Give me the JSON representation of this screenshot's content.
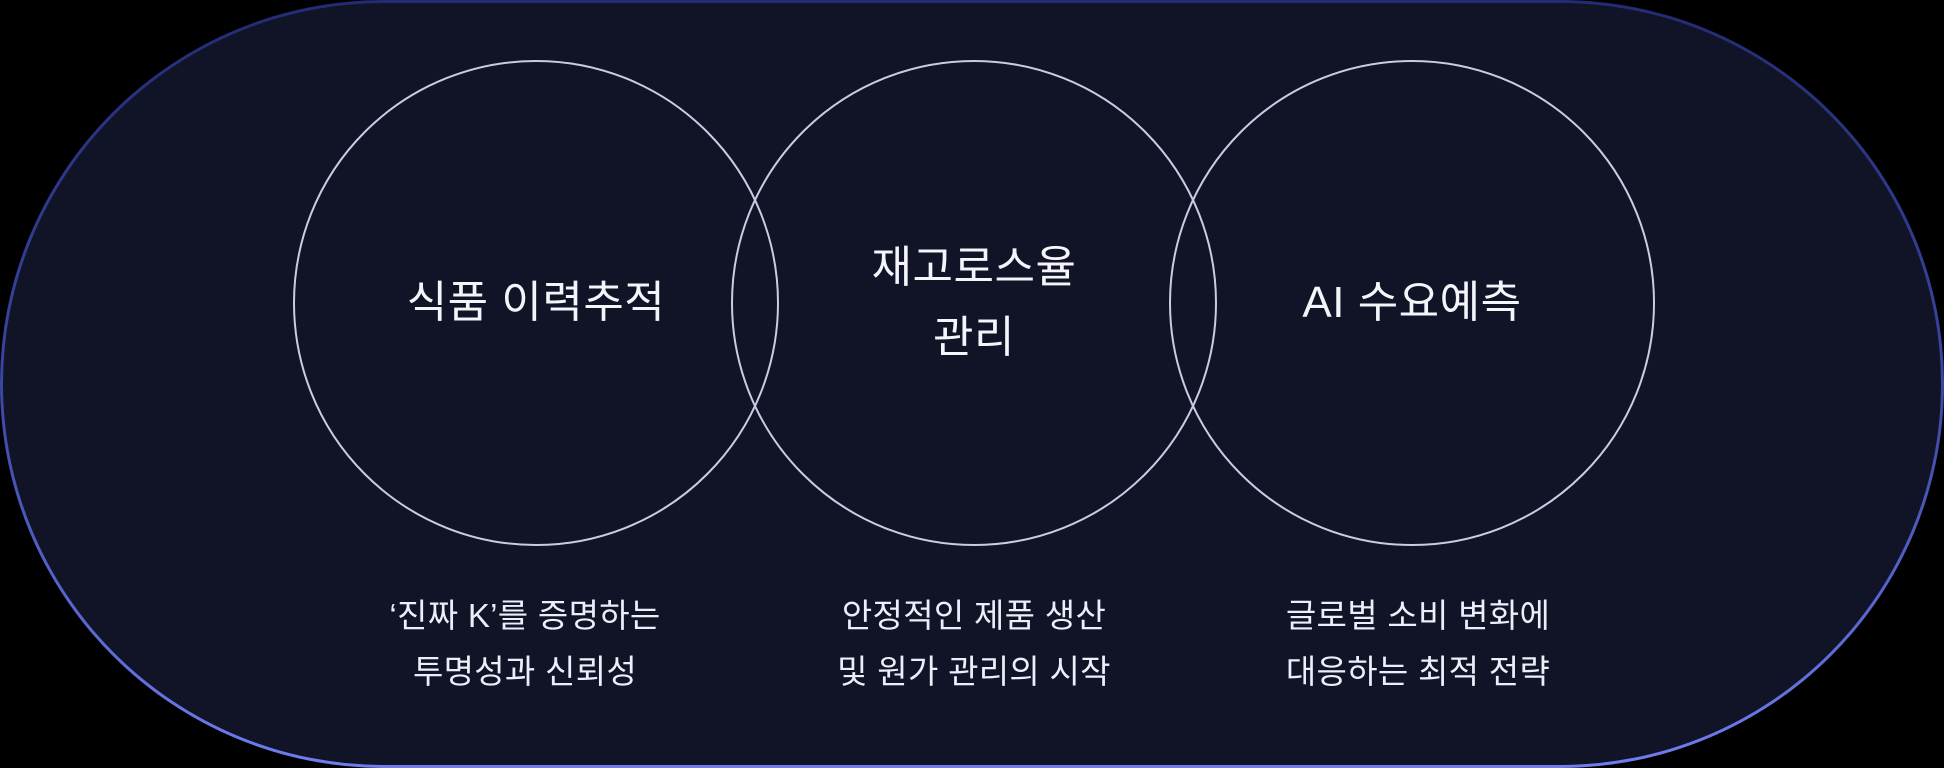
{
  "panel": {
    "background_color": "#101426",
    "outside_color": "#000000",
    "border_gradient_top": "#242b74",
    "border_gradient_bottom": "#6f7df0",
    "circle_stroke_color": "#c8cde4",
    "title_text_color": "#f4f5fb",
    "caption_text_color": "#eceefa"
  },
  "venn": {
    "items": [
      {
        "id": "food-traceability",
        "title_lines": [
          "식품 이력추적"
        ],
        "caption_lines": [
          "‘진짜 K’를 증명하는",
          "투명성과 신뢰성"
        ]
      },
      {
        "id": "inventory-loss-rate",
        "title_lines": [
          "재고로스율",
          "관리"
        ],
        "caption_lines": [
          "안정적인 제품 생산",
          "및 원가 관리의 시작"
        ]
      },
      {
        "id": "ai-demand-forecast",
        "title_lines": [
          "AI 수요예측"
        ],
        "caption_lines": [
          "글로벌 소비 변화에",
          "대응하는 최적 전략"
        ]
      }
    ]
  }
}
